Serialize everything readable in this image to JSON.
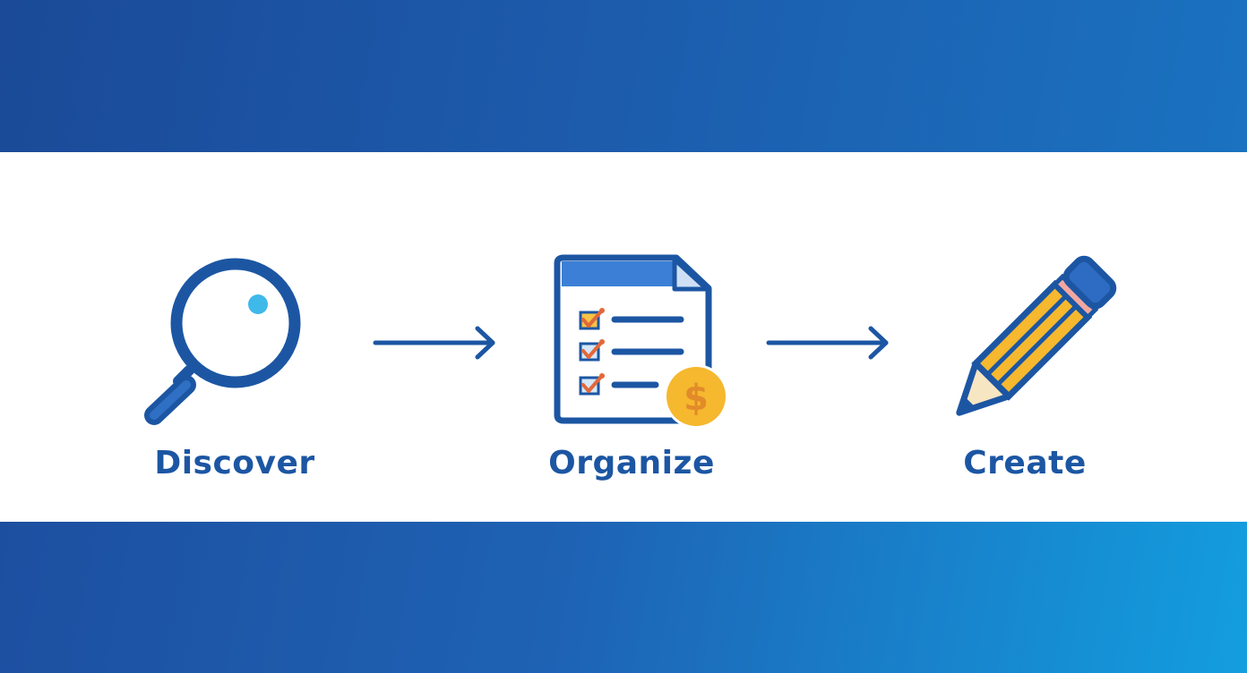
{
  "colors": {
    "band_dark": "#1a4a98",
    "band_light": "#139edf",
    "primary_blue": "#1c56a3",
    "accent_cyan": "#3fb8ea",
    "accent_yellow": "#f5b82e",
    "accent_orange": "#e2683a"
  },
  "steps": [
    {
      "label": "Discover",
      "icon": "magnifying-glass-icon"
    },
    {
      "label": "Organize",
      "icon": "checklist-document-icon"
    },
    {
      "label": "Create",
      "icon": "pencil-icon"
    }
  ],
  "connectors": [
    "arrow-right-icon",
    "arrow-right-icon"
  ]
}
